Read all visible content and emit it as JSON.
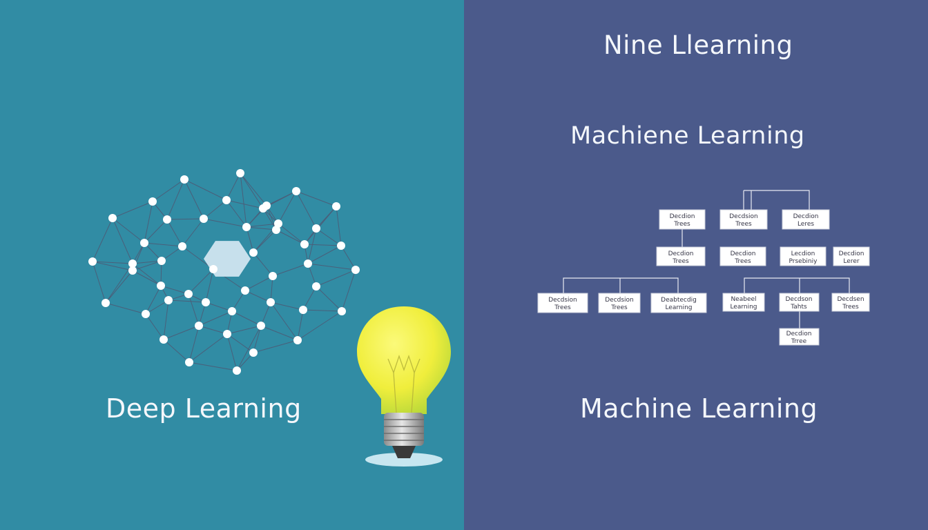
{
  "left_panel": {
    "title": "Deep Learning",
    "colors": {
      "background": "#318ca4",
      "nodes": "#ffffff",
      "edges": "#4a5f7a",
      "hexagon": "#c7e0ec",
      "bulb": "#f0ee3c"
    }
  },
  "right_panel": {
    "title_top": "Nine Llearning",
    "title_middle": "Machiene Learning",
    "title_bottom": "Machine Learning",
    "colors": {
      "background": "#4b5a8b",
      "boxes": "#ffffff"
    },
    "tree_boxes": [
      {
        "id": "b1",
        "lines": [
          "Decdion",
          "Trees"
        ]
      },
      {
        "id": "b2",
        "lines": [
          "Decdsion",
          "Trees"
        ]
      },
      {
        "id": "b3",
        "lines": [
          "Decdion",
          "Leres"
        ]
      },
      {
        "id": "b4",
        "lines": [
          "Decdion",
          "Trees"
        ]
      },
      {
        "id": "b5",
        "lines": [
          "Decdion",
          "Trees"
        ]
      },
      {
        "id": "b6",
        "lines": [
          "Lecdion",
          "Prsebiniy"
        ]
      },
      {
        "id": "b7",
        "lines": [
          "Decdion",
          "Lerer"
        ]
      },
      {
        "id": "b8",
        "lines": [
          "Decdsion",
          "Trees"
        ]
      },
      {
        "id": "b9",
        "lines": [
          "Decdsion",
          "Trees"
        ]
      },
      {
        "id": "b10",
        "lines": [
          "Deabtecdig",
          "Learning"
        ]
      },
      {
        "id": "b11",
        "lines": [
          "Neabeel",
          "Learning"
        ]
      },
      {
        "id": "b12",
        "lines": [
          "Decdson",
          "Tahts"
        ]
      },
      {
        "id": "b13",
        "lines": [
          "Decdsen",
          "Trees"
        ]
      },
      {
        "id": "b14",
        "lines": [
          "Decdion",
          "Trree"
        ]
      }
    ]
  }
}
